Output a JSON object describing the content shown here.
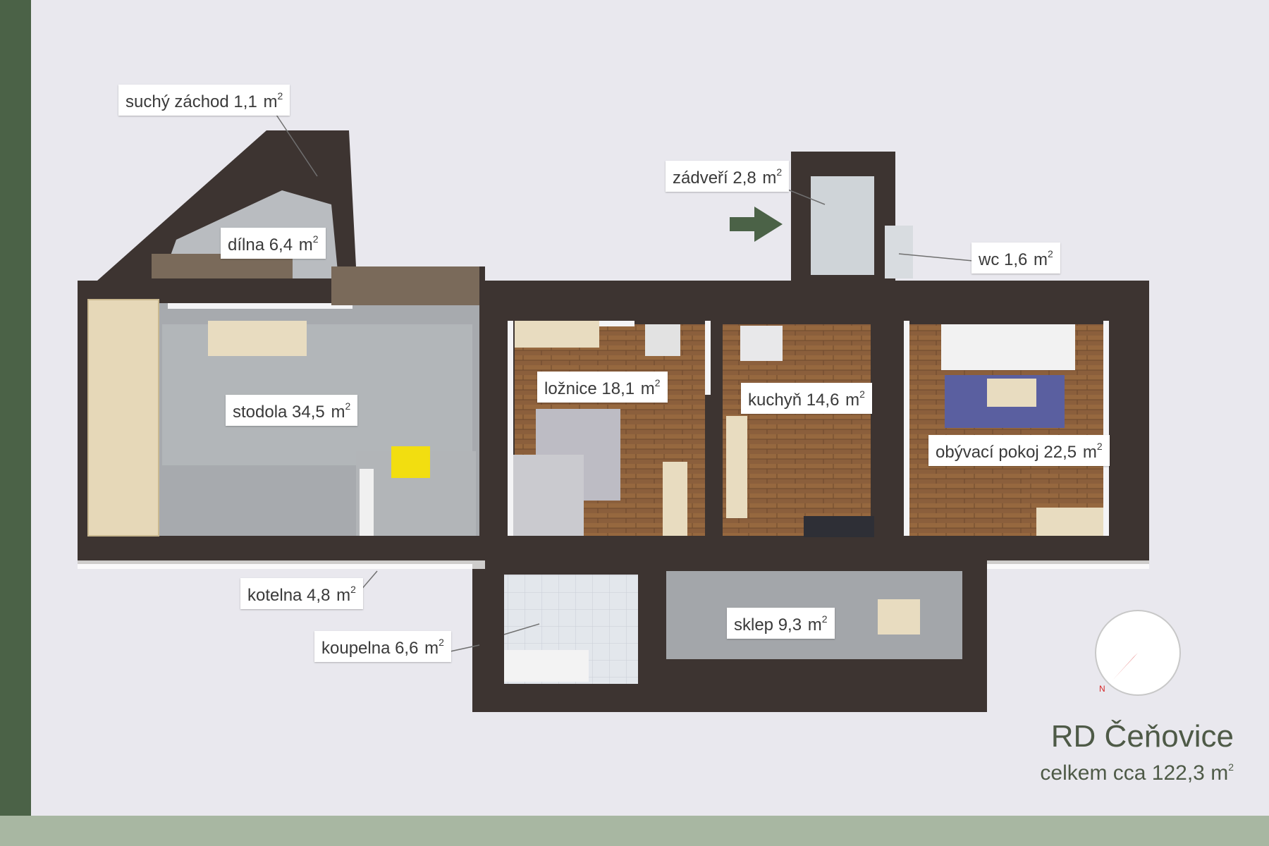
{
  "colors": {
    "wall": "#3d3431",
    "floor_wood": "#8b5f3c",
    "floor_concrete": "#a7aaae",
    "floor_tile": "#dde2e8",
    "accent_green": "#4b6247",
    "footer": "#a8b7a2",
    "sofa_rug": "#5a5fa0",
    "boiler_yellow": "#f2de10",
    "compass_red": "#d62828",
    "compass_green": "#3c6b3c",
    "compass_gray": "#7a7a7a"
  },
  "unit": "m",
  "unit_power": "2",
  "rooms": [
    {
      "id": "sucy",
      "label": "suchý záchod 1,1"
    },
    {
      "id": "dilna",
      "label": "dílna 6,4"
    },
    {
      "id": "zadveri",
      "label": "zádveří 2,8"
    },
    {
      "id": "wc",
      "label": "wc 1,6"
    },
    {
      "id": "stodola",
      "label": "stodola 34,5"
    },
    {
      "id": "loznice",
      "label": "ložnice 18,1"
    },
    {
      "id": "kuchyn",
      "label": "kuchyň 14,6"
    },
    {
      "id": "obyvaci",
      "label": "obývací pokoj 22,5"
    },
    {
      "id": "kotelna",
      "label": "kotelna 4,8"
    },
    {
      "id": "koupelna",
      "label": "koupelna 6,6"
    },
    {
      "id": "sklep",
      "label": "sklep 9,3"
    }
  ],
  "entrance_arrow_icon": "arrow-right-icon",
  "compass": {
    "icon": "compass-icon",
    "north_label": "N"
  },
  "title": "RD Čeňovice",
  "total_area_label": "celkem cca 122,3"
}
